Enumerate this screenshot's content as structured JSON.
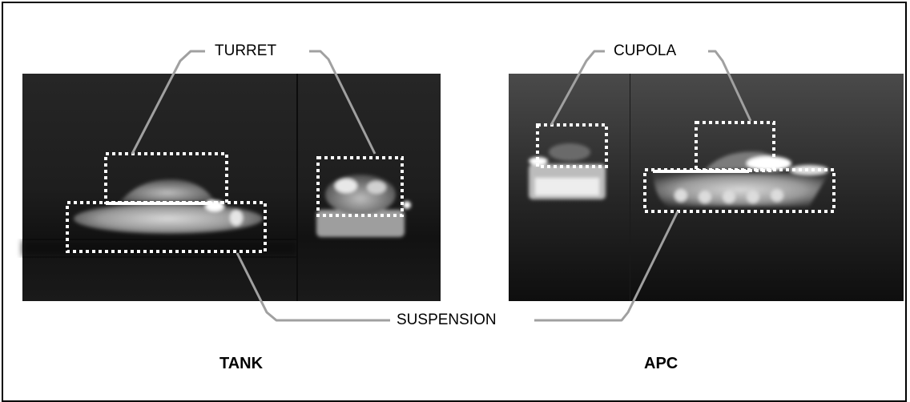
{
  "labels": {
    "turret": "TURRET",
    "cupola": "CUPOLA",
    "suspension": "SUSPENSION"
  },
  "captions": {
    "tank": "TANK",
    "apc": "APC"
  },
  "colors": {
    "leader_line": "#a0a0a0",
    "box": "#ffffff",
    "border": "#000000"
  }
}
